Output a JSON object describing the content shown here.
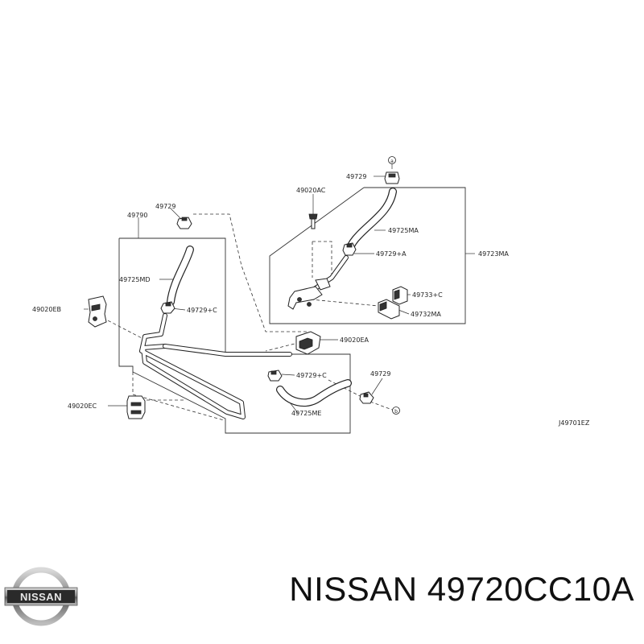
{
  "parts": {
    "p49790": "49790",
    "p49729_top": "49729",
    "p49729_topright": "49729",
    "p49020AC": "49020AC",
    "p49725MA": "49725MA",
    "p49729A": "49729+A",
    "p49723MA": "49723MA",
    "p49733C": "49733+C",
    "p49732MA": "49732MA",
    "p49725MD": "49725MD",
    "p49729C_mid": "49729+C",
    "p49020EB": "49020EB",
    "p49020EA": "49020EA",
    "p49729C_low": "49729+C",
    "p49729_low": "49729",
    "p49725ME": "49725ME",
    "p49020EC": "49020EC"
  },
  "circled": {
    "a": "a",
    "b": "b"
  },
  "drawing_code": "J49701EZ",
  "caption": "NISSAN 49720CC10A",
  "logo_text": "NISSAN"
}
